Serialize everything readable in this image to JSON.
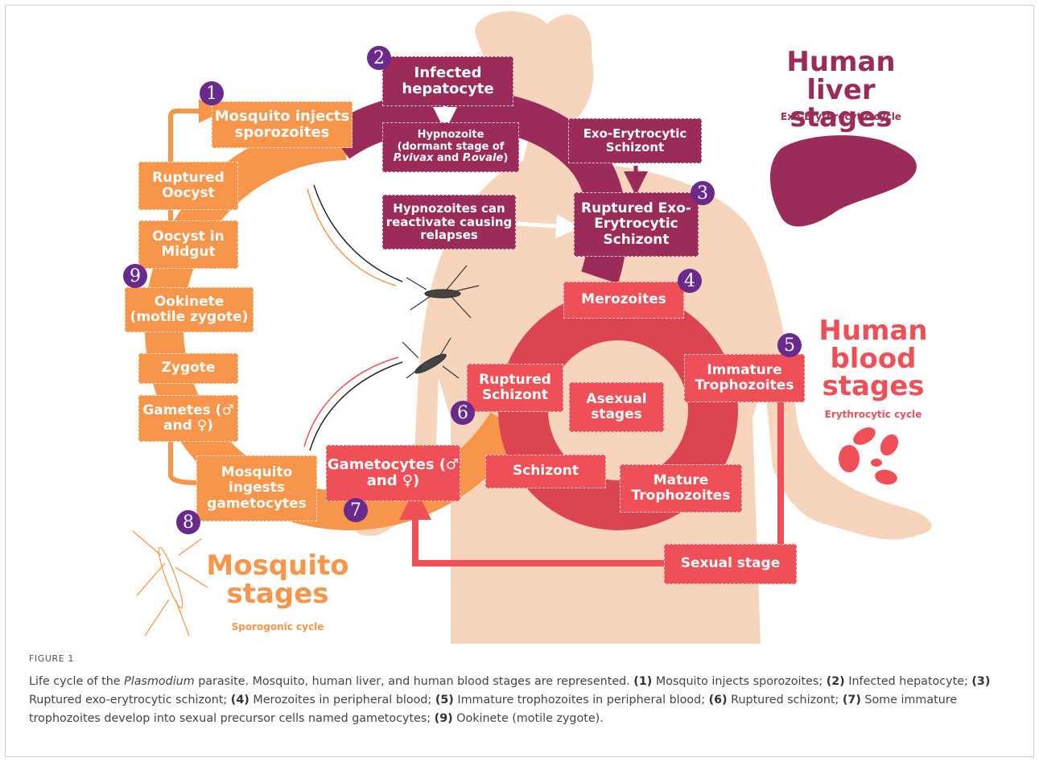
{
  "boxes": {
    "b1": "Mosquito injects sporozoites",
    "b2": "Infected hepatocyte",
    "hypno_line1": "Hypnozoite",
    "hypno_line2": "(dormant stage  of",
    "hypno_vivax": "P.vivax",
    "hypno_and": " and ",
    "hypno_ovale": "P.ovale",
    "hypno_close": ")",
    "exo_schizont": "Exo-Erytrocytic Schizont",
    "b3": "Ruptured Exo-Erytrocytic Schizont",
    "reactivate": "Hypnozoites can reactivate causing relapses",
    "b4": "Merozoites",
    "b5": "Immature Trophozoites",
    "asexual": "Asexual stages",
    "b6": "Ruptured Schizont",
    "schizont": "Schizont",
    "mature": "Mature Trophozoites",
    "gametocytes": "Gametocytes (♂ and ♀)",
    "sexual": "Sexual stage",
    "b8": "Mosquito ingests gametocytes",
    "gametes": "Gametes (♂ and ♀)",
    "zygote": "Zygote",
    "ookinete": "Ookinete (motile zygote)",
    "oocyst_midgut": "Oocyst in Midgut",
    "ruptured_oocyst": "Ruptured Oocyst"
  },
  "numbers": [
    "1",
    "2",
    "3",
    "4",
    "5",
    "6",
    "7",
    "8",
    "9"
  ],
  "headings": {
    "liver_title": "Human liver stages",
    "liver_sub": "Exo-Erythrocytic cycle",
    "blood_title": "Human blood stages",
    "blood_sub": "Erythrocytic cycle",
    "mosq_title": "Mosquito stages",
    "mosq_sub": "Sporogonic cycle"
  },
  "caption": {
    "label": "FIGURE 1",
    "t1": "Life cycle of the ",
    "t1_italic": "Plasmodium",
    "t2": " parasite. Mosquito, human liver, and human blood stages are represented. ",
    "n1": "(1)",
    "t3": " Mosquito injects sporozoites; ",
    "n2": "(2)",
    "t4": " Infected hepatocyte; ",
    "n3": "(3)",
    "t5": " Ruptured exo-erytrocytic schizont; ",
    "n4": "(4)",
    "t6": " Merozoites in peripheral blood; ",
    "n5": "(5)",
    "t7": " Immature trophozoites in peripheral blood; ",
    "n6": "(6)",
    "t8": " Ruptured schizont; ",
    "n7": "(7)",
    "t9": " Some immature trophozoites develop into sexual precursor cells named gametocytes; ",
    "n9": "(9)",
    "t10": " Ookinete (motile zygote)."
  },
  "colors": {
    "mosquito": "#f7954a",
    "liver": "#9b2c59",
    "blood": "#ef5058",
    "number_badge": "#6a2a8c",
    "skin": "#f7d5bc"
  },
  "icons": [
    "liver-icon",
    "red-blood-cells-icon",
    "mosquito-icon"
  ]
}
